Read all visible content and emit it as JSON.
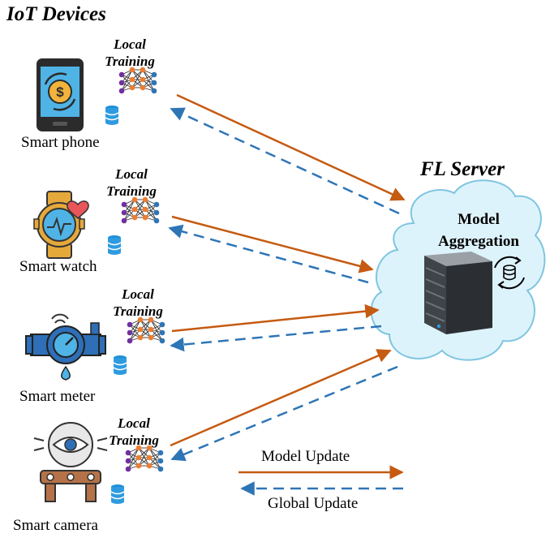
{
  "title_devices": "IoT Devices",
  "title_server": "FL Server",
  "server_label": {
    "line1": "Model",
    "line2": "Aggregation"
  },
  "local_training": {
    "line1": "Local",
    "line2": "Training"
  },
  "devices": [
    {
      "label": "Smart phone"
    },
    {
      "label": "Smart watch"
    },
    {
      "label": "Smart meter"
    },
    {
      "label": "Smart camera"
    }
  ],
  "legend": {
    "model_update": "Model Update",
    "global_update": "Global Update"
  },
  "colors": {
    "model_update": "#C55A11",
    "global_update": "#2E75B6",
    "cloud_fill": "#DDF3FC",
    "cloud_stroke": "#7FC5E0"
  }
}
